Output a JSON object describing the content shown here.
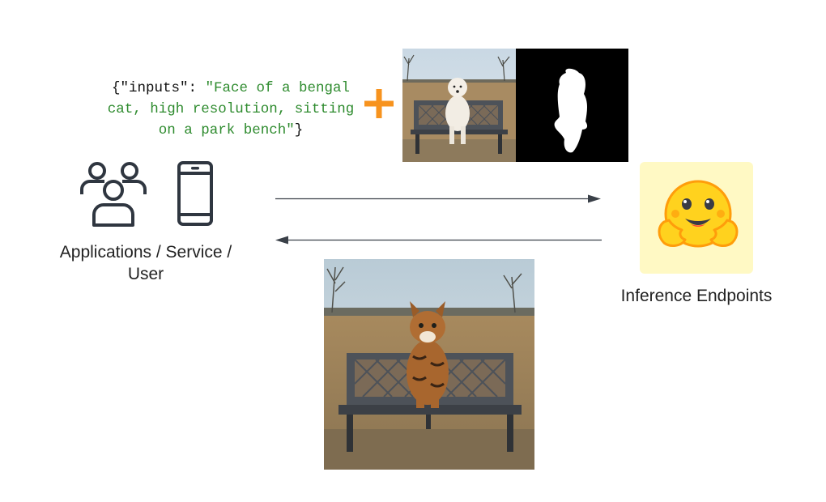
{
  "request": {
    "line1_a": "{\"inputs\": ",
    "line1_b": "\"Face of a bengal",
    "line2": "cat, high resolution, sitting",
    "line3_a": "on a park bench\"",
    "line3_b": "}"
  },
  "client": {
    "label_line1": "Applications / Service /",
    "label_line2": "User",
    "icons": [
      "users-icon",
      "smartphone-icon"
    ]
  },
  "endpoint": {
    "label": "Inference Endpoints",
    "icon": "hugging-face-emoji",
    "box_color": "#fff9c4"
  },
  "colors": {
    "plus": "#f7931e",
    "code_string": "#2e8b2e",
    "icon_stroke": "#2f3640",
    "arrow": "#3a4048"
  }
}
